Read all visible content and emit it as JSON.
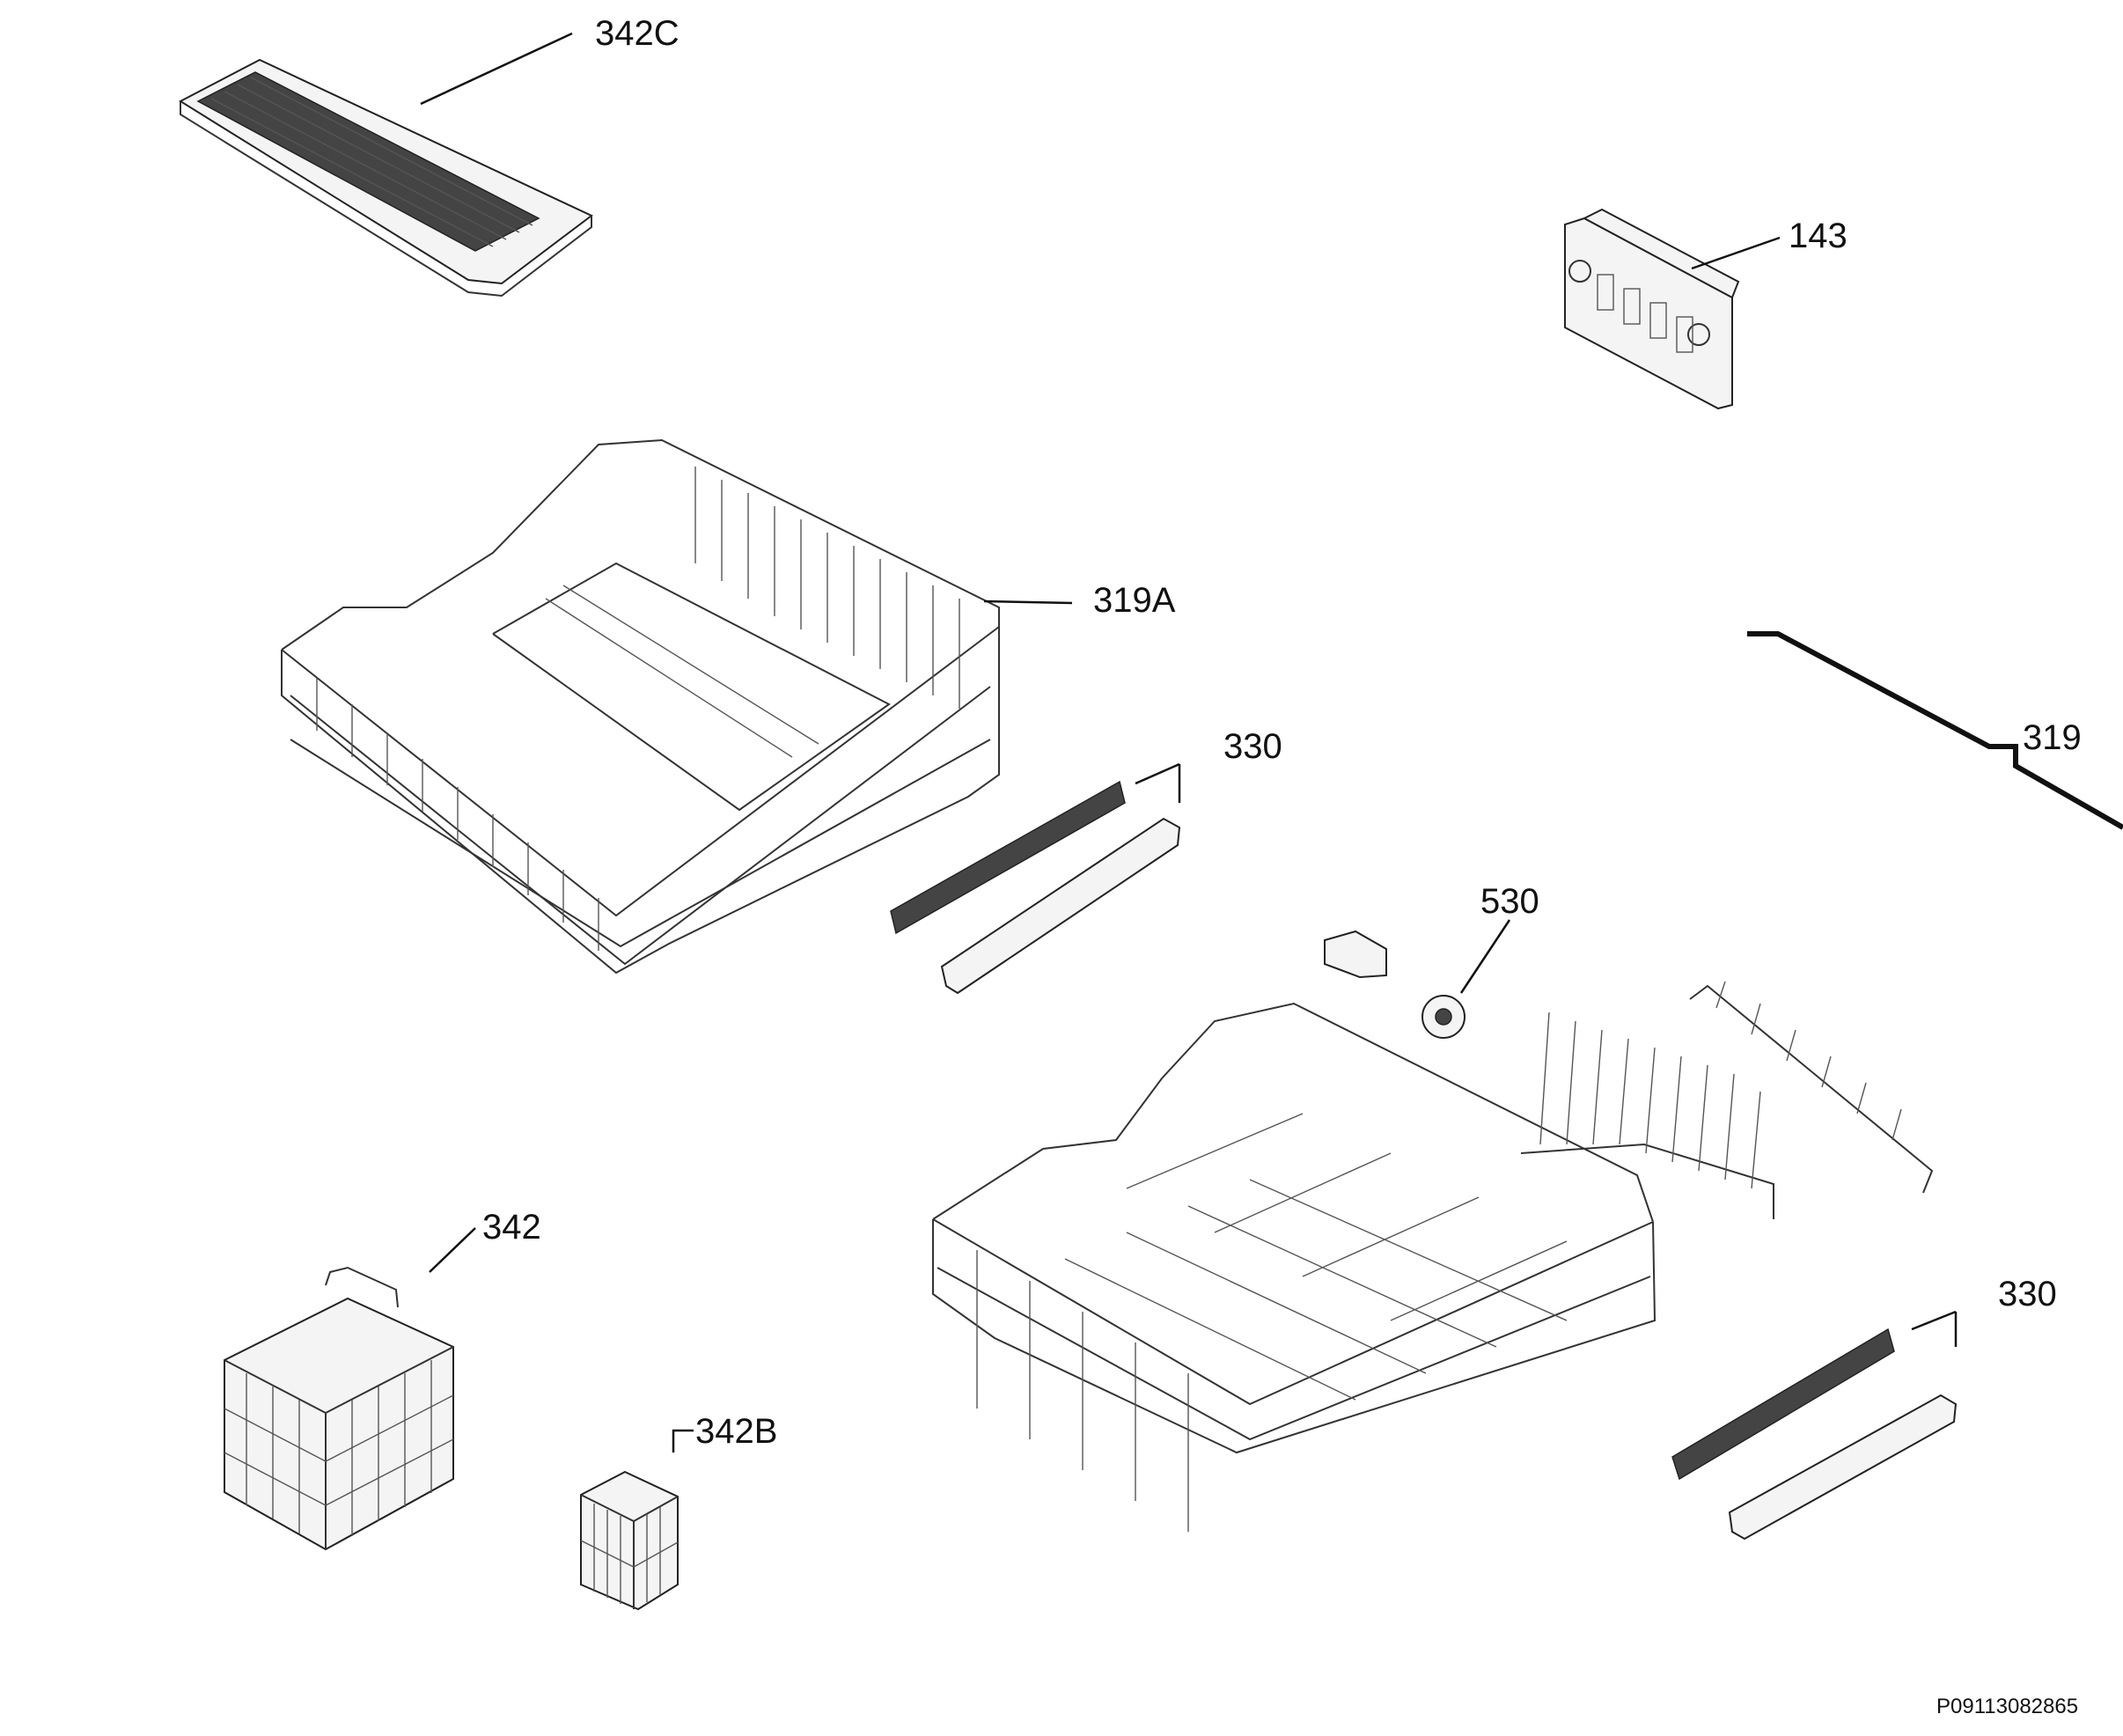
{
  "parts": [
    {
      "key": "p342c",
      "label": "342C"
    },
    {
      "key": "p143",
      "label": "143"
    },
    {
      "key": "p319a",
      "label": "319A"
    },
    {
      "key": "p319",
      "label": "319"
    },
    {
      "key": "p330a",
      "label": "330"
    },
    {
      "key": "p530",
      "label": "530"
    },
    {
      "key": "p342",
      "label": "342"
    },
    {
      "key": "p342b",
      "label": "342B"
    },
    {
      "key": "p330b",
      "label": "330"
    }
  ],
  "document_code": "P09113082865"
}
